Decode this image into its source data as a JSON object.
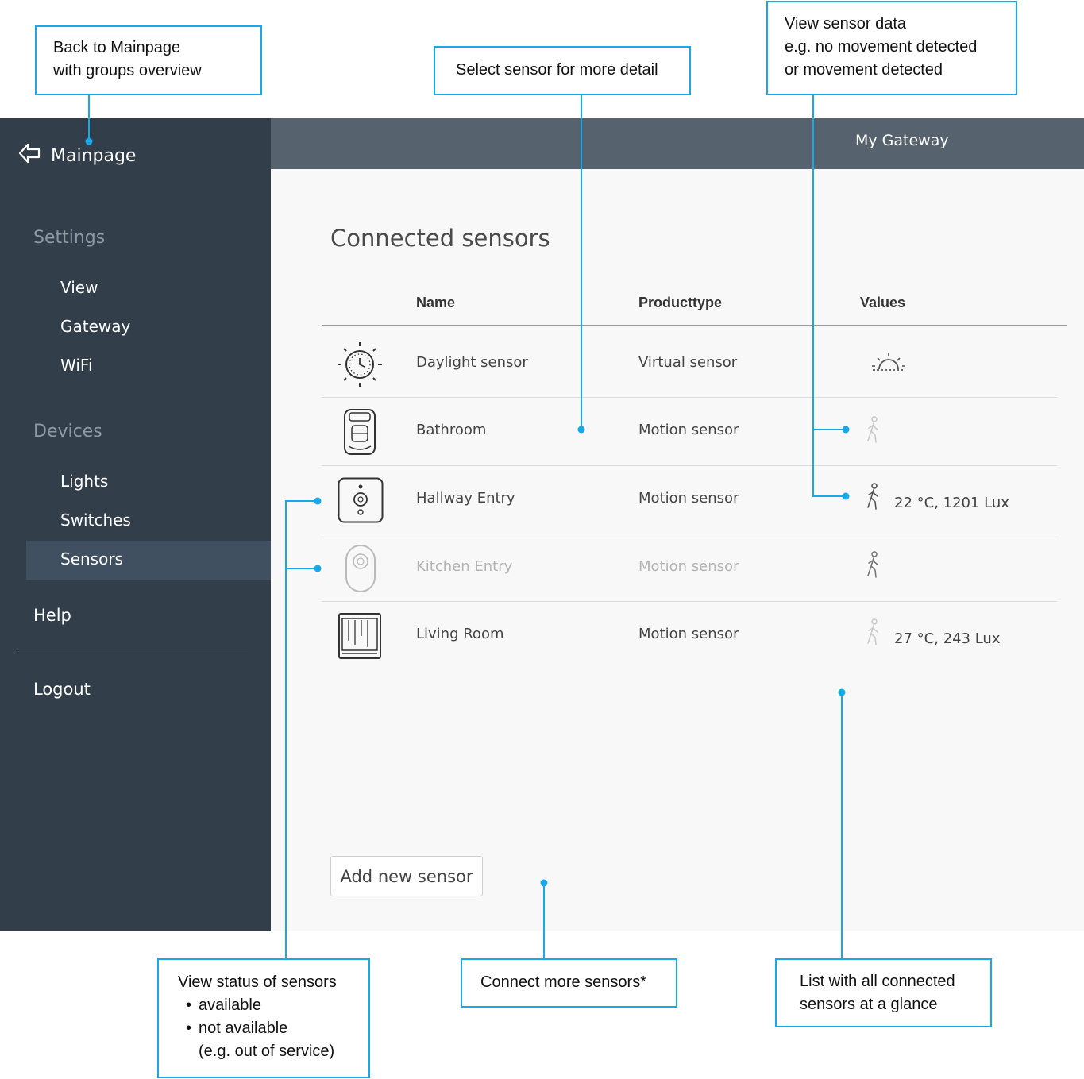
{
  "callouts": {
    "back": [
      "Back to Mainpage",
      "with groups overview"
    ],
    "select": "Select sensor for more detail",
    "view_data": [
      "View sensor data",
      "e.g. no movement detected",
      "or movement detected"
    ],
    "status": {
      "title": "View status of sensors",
      "items": [
        "available",
        "not available"
      ],
      "note": "(e.g. out of service)"
    },
    "connect": "Connect more sensors*",
    "list": [
      "List with all connected",
      "sensors at a glance"
    ]
  },
  "sidebar": {
    "back_label": "Mainpage",
    "back_icon": "arrow-left-icon",
    "settings_title": "Settings",
    "settings_items": [
      "View",
      "Gateway",
      "WiFi"
    ],
    "devices_title": "Devices",
    "devices_items": [
      "Lights",
      "Switches",
      "Sensors"
    ],
    "active_item": "Sensors",
    "help": "Help",
    "logout": "Logout"
  },
  "header": {
    "title": "My Gateway"
  },
  "main": {
    "title": "Connected sensors",
    "columns": [
      "Name",
      "Producttype",
      "Values"
    ],
    "rows": [
      {
        "name": "Daylight sensor",
        "type": "Virtual sensor",
        "value": "",
        "icon": "daylight-sensor-icon",
        "value_icon": "sunrise-icon",
        "available": true
      },
      {
        "name": "Bathroom",
        "type": "Motion sensor",
        "value": "",
        "icon": "motion-sensor-device-icon",
        "value_icon": "walking-person-icon",
        "motion": false,
        "available": true
      },
      {
        "name": "Hallway Entry",
        "type": "Motion sensor",
        "value": "22 °C, 1201 Lux",
        "icon": "motion-sensor-device-icon",
        "value_icon": "walking-person-icon",
        "motion": true,
        "available": true
      },
      {
        "name": "Kitchen Entry",
        "type": "Motion sensor",
        "value": "",
        "icon": "motion-sensor-device-icon",
        "value_icon": "walking-person-icon",
        "motion": true,
        "available": false
      },
      {
        "name": "Living Room",
        "type": "Motion sensor",
        "value": "27 °C, 243 Lux",
        "icon": "motion-sensor-device-icon",
        "value_icon": "walking-person-icon",
        "motion": false,
        "available": true
      }
    ],
    "add_button": "Add new sensor"
  },
  "colors": {
    "sidebar": "#323f4b",
    "header": "#56636e",
    "callout": "#16a9ea",
    "active": "#415060"
  }
}
